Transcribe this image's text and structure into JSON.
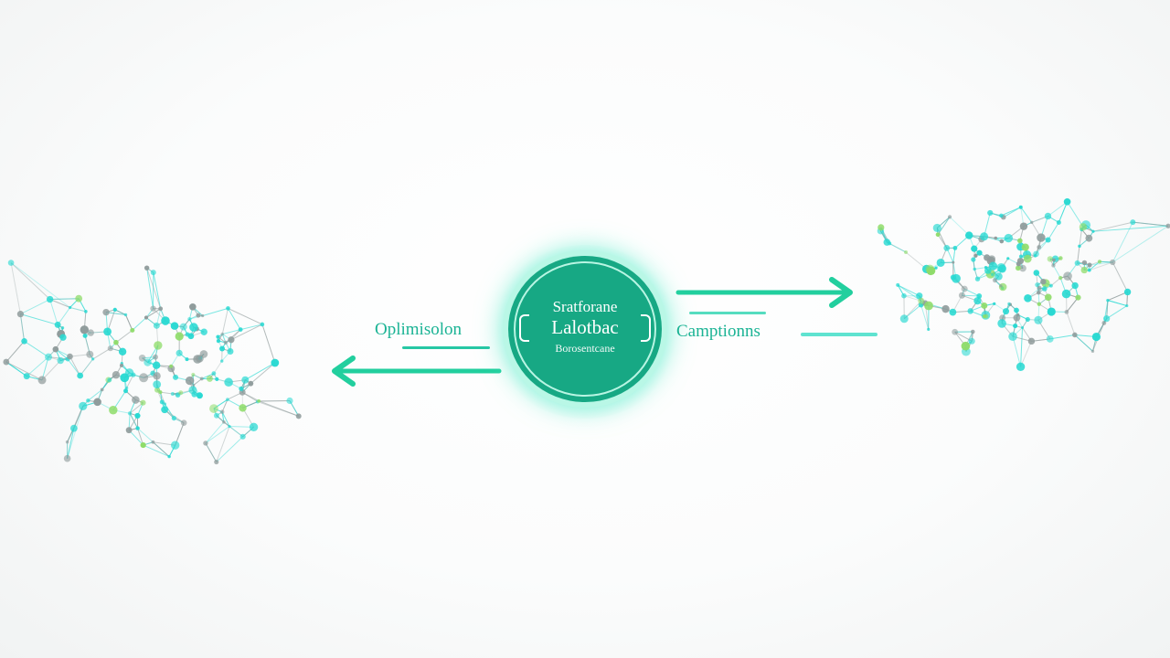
{
  "hub": {
    "line1": "Sratforane",
    "line2": "Lalotbac",
    "line3": "Borosentcane"
  },
  "left_label": "Oplimisolon",
  "right_label": "Camptionns",
  "colors": {
    "teal": "#17a884",
    "cyan": "#27d9d2",
    "gray_node": "#8f9b9b",
    "green_node": "#8fdc6a",
    "arrow": "#22cf9e"
  },
  "icons": [
    "arrow-left-icon",
    "arrow-right-icon"
  ]
}
